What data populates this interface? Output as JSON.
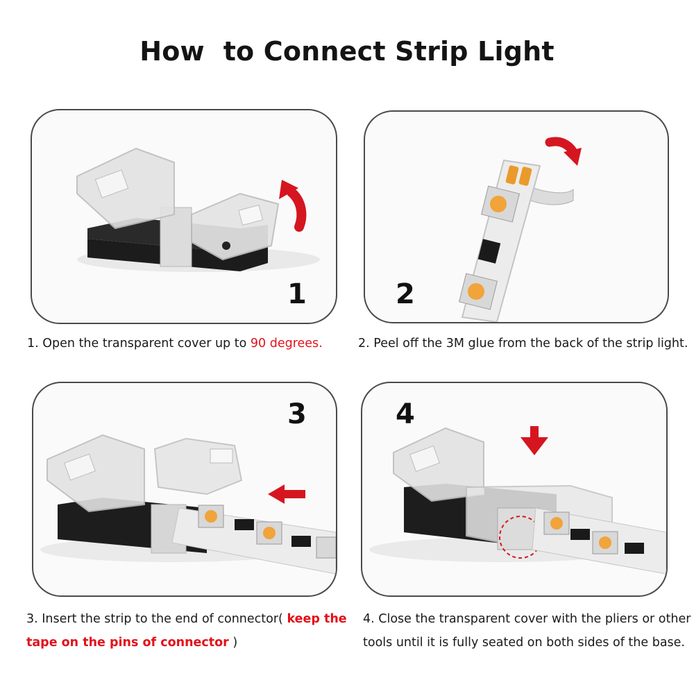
{
  "title": "How  to Connect Strip Light",
  "colors": {
    "accent": "#e3121b",
    "panel_border": "#4a4a4a"
  },
  "steps": [
    {
      "number": "1",
      "caption_before": "1. Open the transparent cover up to ",
      "caption_highlight": "90 degrees.",
      "arrow_icon": "curved-arrow-up-icon"
    },
    {
      "number": "2",
      "caption": "2. Peel off the 3M glue from the back of the strip light.",
      "arrow_icon": "curved-arrow-right-icon"
    },
    {
      "number": "3",
      "caption_before": "3. Insert the strip to the end of connector(  ",
      "caption_highlight_1": "keep the",
      "caption_highlight_2": "tape on the pins of connector",
      "caption_after": " )",
      "arrow_icon": "arrow-left-icon"
    },
    {
      "number": "4",
      "caption_line1": "4. Close the transparent cover with the pliers or other",
      "caption_line2": "tools until it is fully seated on both sides of the base.",
      "arrow_icon": "arrow-down-icon"
    }
  ]
}
